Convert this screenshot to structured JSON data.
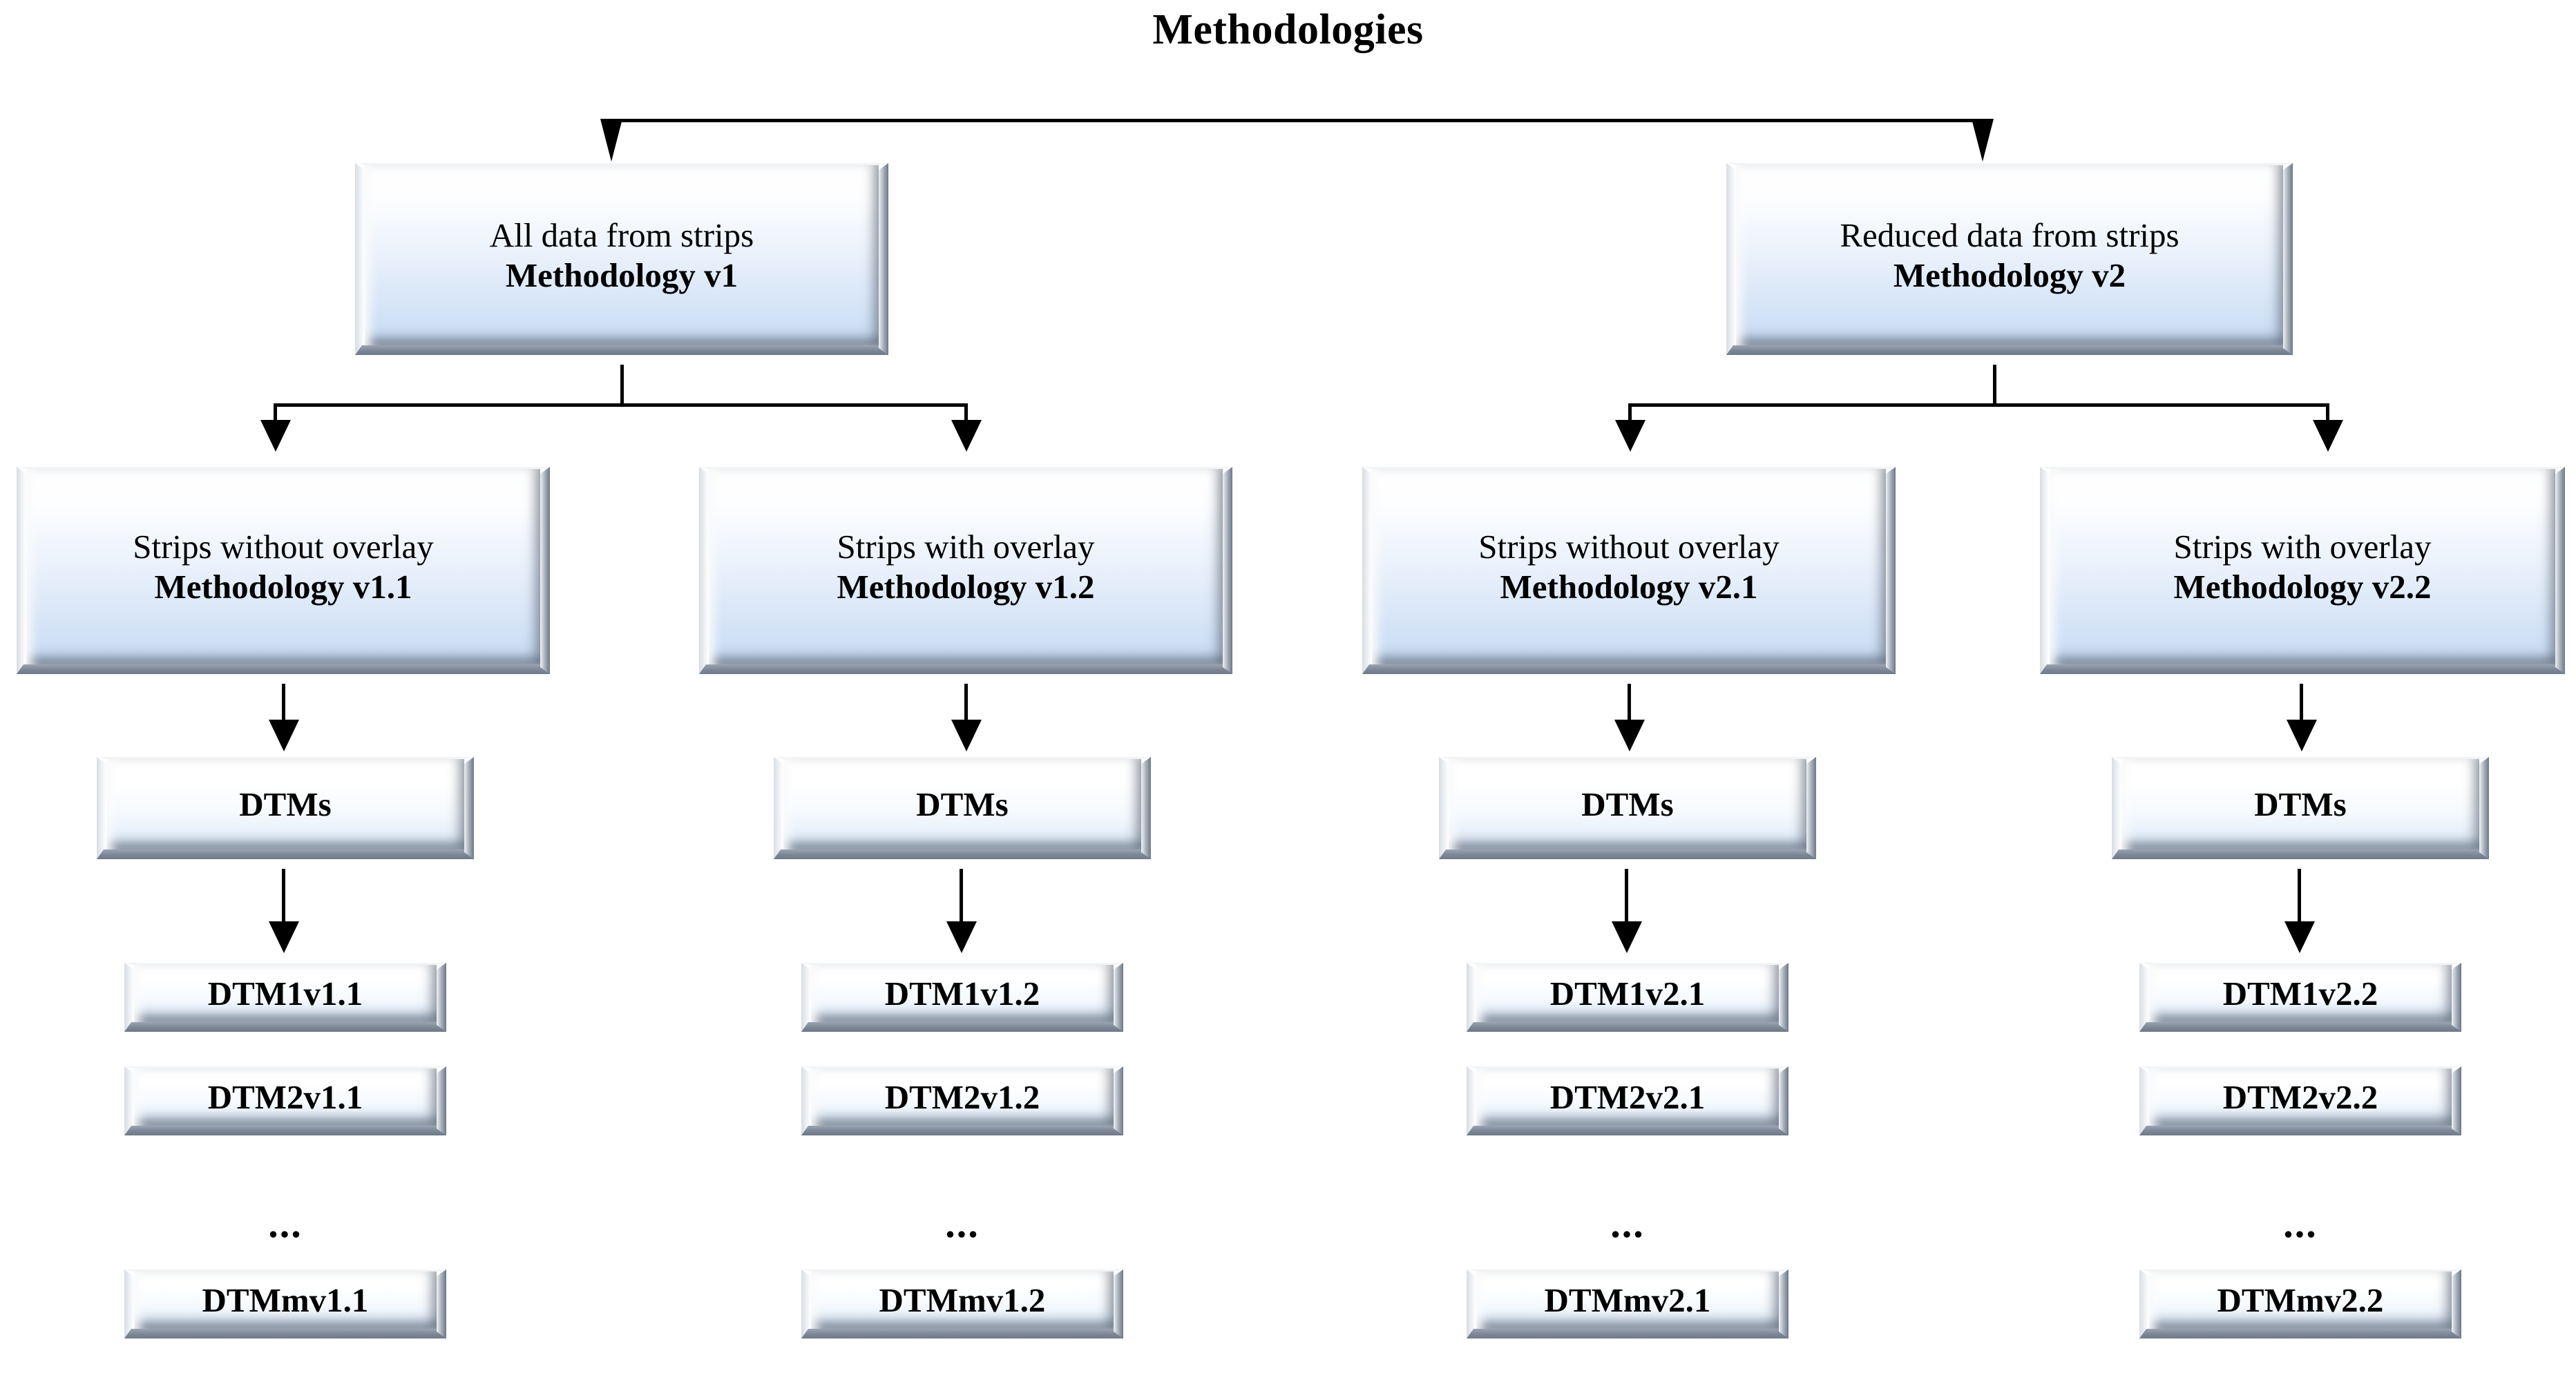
{
  "diagram": {
    "title": "Methodologies",
    "type": "flowchart-tree",
    "level1": [
      {
        "line1": "All data from strips",
        "line2": "Methodology v1"
      },
      {
        "line1": "Reduced data from strips",
        "line2": "Methodology v2"
      }
    ],
    "level2": [
      {
        "line1": "Strips without overlay",
        "line2": "Methodology v1.1"
      },
      {
        "line1": "Strips with overlay",
        "line2": "Methodology v1.2"
      },
      {
        "line1": "Strips without overlay",
        "line2": "Methodology v2.1"
      },
      {
        "line1": "Strips with overlay",
        "line2": "Methodology v2.2"
      }
    ],
    "level3": [
      {
        "label": "DTMs"
      },
      {
        "label": "DTMs"
      },
      {
        "label": "DTMs"
      },
      {
        "label": "DTMs"
      }
    ],
    "leaves": [
      {
        "first": "DTM1v1.1",
        "second": "DTM2v1.1",
        "ellipsis": "...",
        "last": "DTMmv1.1"
      },
      {
        "first": "DTM1v1.2",
        "second": "DTM2v1.2",
        "ellipsis": "...",
        "last": "DTMmv1.2"
      },
      {
        "first": "DTM1v2.1",
        "second": "DTM2v2.1",
        "ellipsis": "...",
        "last": "DTMmv2.1"
      },
      {
        "first": "DTM1v2.2",
        "second": "DTM2v2.2",
        "ellipsis": "...",
        "last": "DTMmv2.2"
      }
    ],
    "colors": {
      "background": "#ffffff",
      "text": "#000000",
      "box_fill_top": "#ffffff",
      "box_fill_bottom": "#c6d9f1",
      "bevel_dark": "#6f7a89",
      "bevel_light": "#ffffff",
      "connector": "#000000"
    }
  }
}
